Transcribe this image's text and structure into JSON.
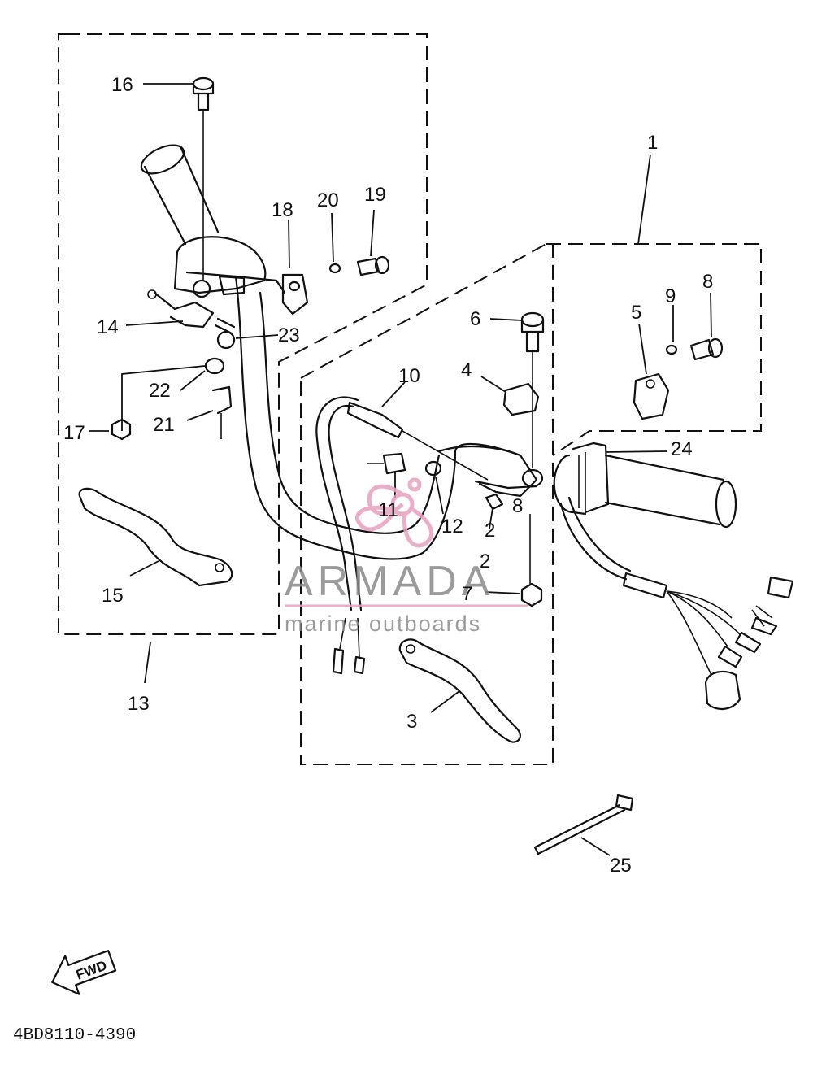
{
  "callouts": {
    "c1": "1",
    "c2a": "2",
    "c2b": "2",
    "c3": "3",
    "c4": "4",
    "c5": "5",
    "c6": "6",
    "c7": "7",
    "c8a": "8",
    "c8b": "8",
    "c9": "9",
    "c10": "10",
    "c11": "11",
    "c12": "12",
    "c13": "13",
    "c14": "14",
    "c15": "15",
    "c16": "16",
    "c17": "17",
    "c18": "18",
    "c19": "19",
    "c20": "20",
    "c21": "21",
    "c22": "22",
    "c23": "23",
    "c24": "24",
    "c25": "25"
  },
  "direction_label": "FWD",
  "diagram_code": "4BD8110-4390",
  "watermark": {
    "brand": "ARMADA",
    "tagline": "marine outboards",
    "color": "#e8a0c0"
  }
}
